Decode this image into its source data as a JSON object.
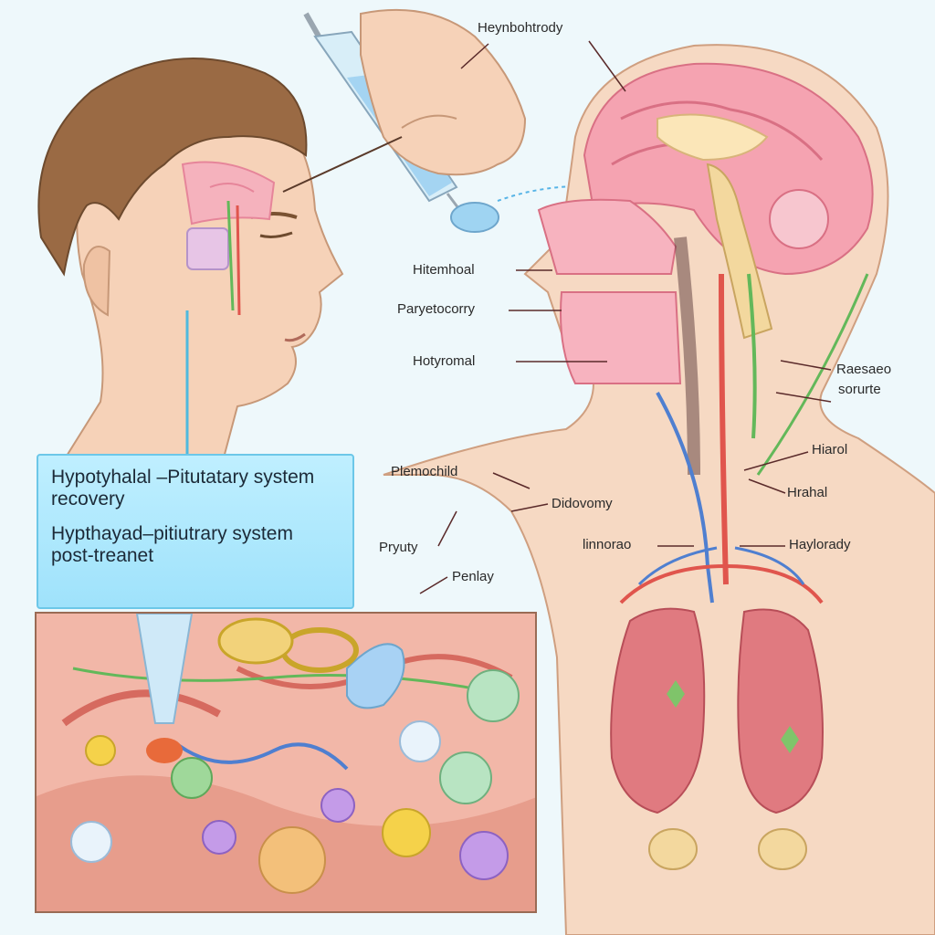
{
  "title": "Hypotyhalal –Pitutatary system recovery",
  "subtitle": "Hypthayad–pitiutrary system post-treanet",
  "labels": {
    "top": "Heynbohtrody",
    "l1": "Hitemhoal",
    "l2": "Paryetocorry",
    "l3": "Hotyromal",
    "r1a": "Raesaeo",
    "r1b": "sorurte",
    "r2": "Hiarol",
    "r3": "Hrahal",
    "r4": "Haylorady",
    "m1": "Plemochild",
    "m2": "Didovomy",
    "m3": "linnorao",
    "m4": "Pryuty",
    "m5": "Penlay"
  },
  "colors": {
    "background": "#eef8fb",
    "panel": "#a8e6fc",
    "brain": "#f4a6b4",
    "skin": "#f6d9c3",
    "artery": "#e0554d",
    "vein": "#4f7fd0",
    "nerve": "#63b85a",
    "lung": "#e07a80"
  }
}
